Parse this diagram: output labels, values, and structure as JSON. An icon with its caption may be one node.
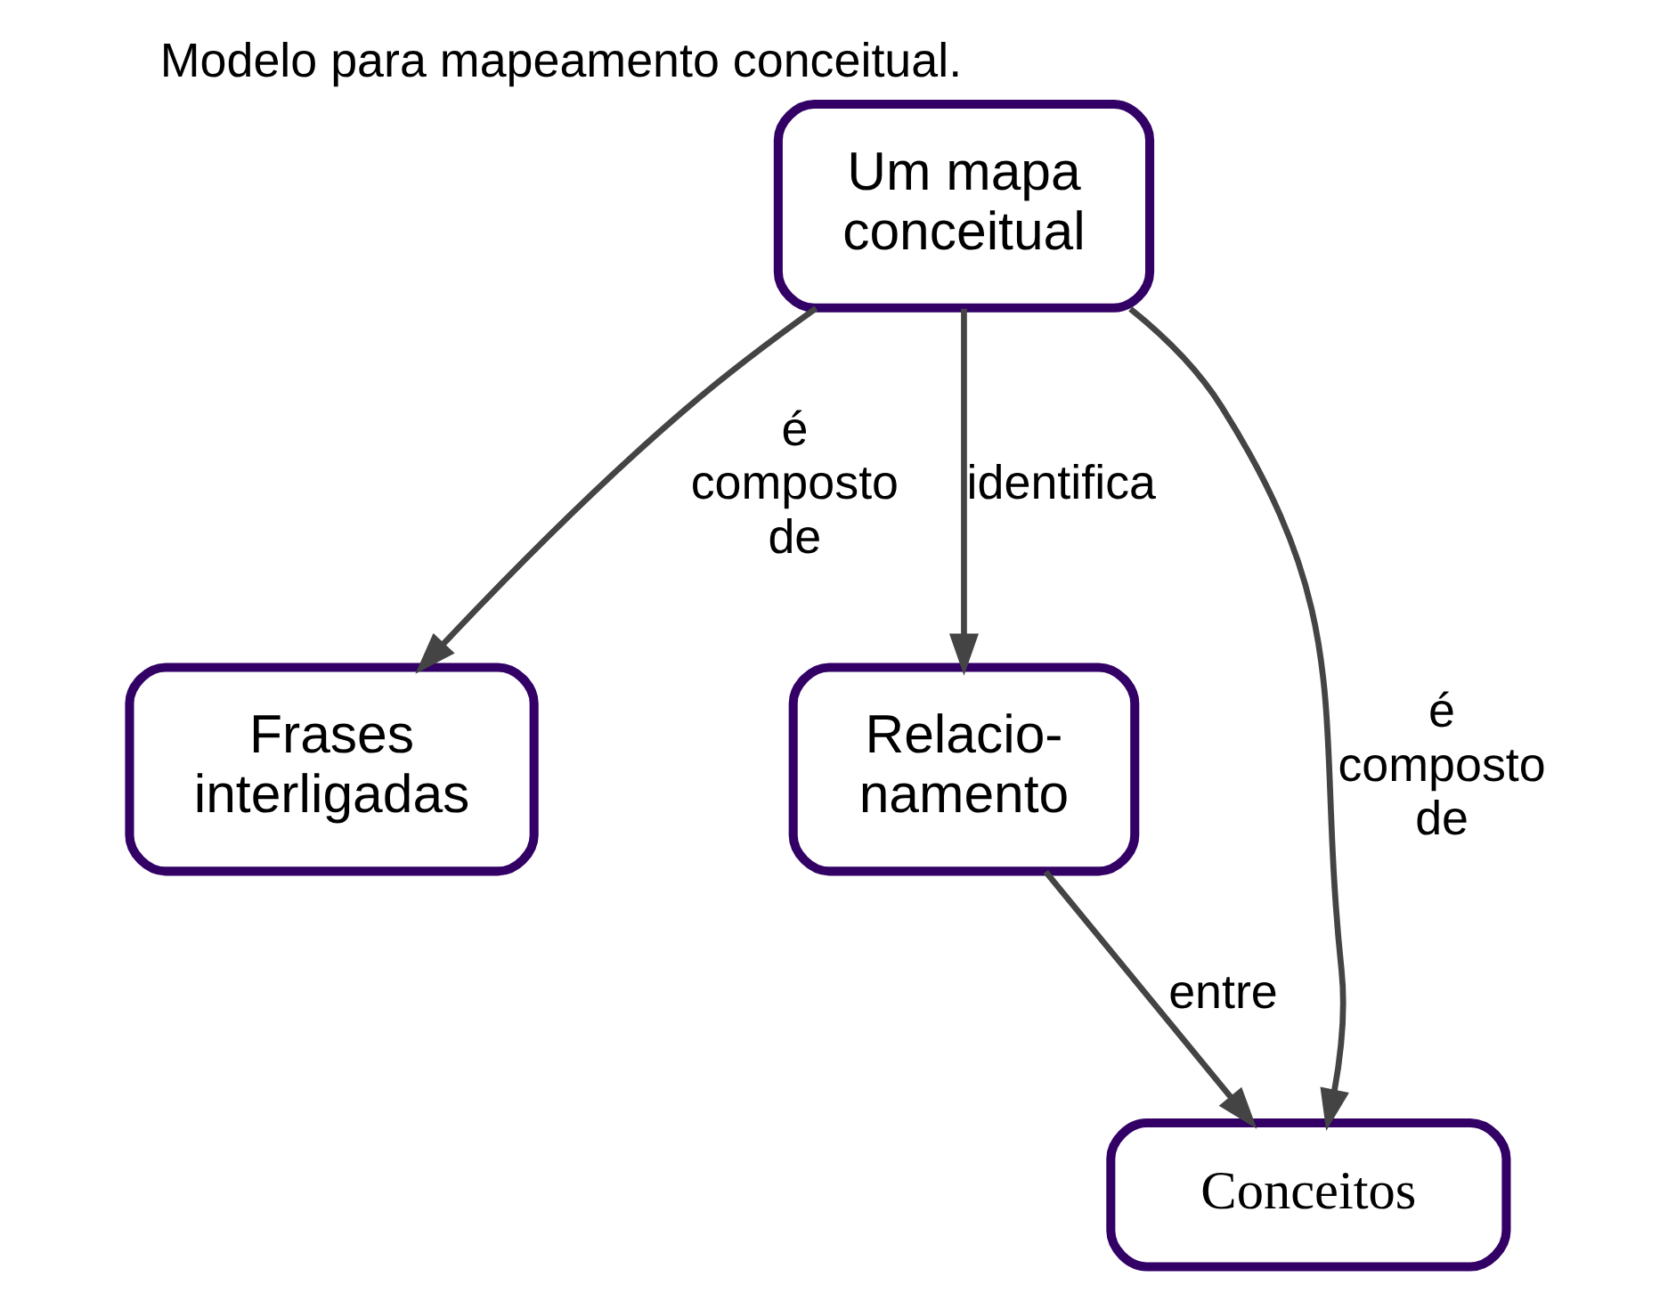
{
  "diagram": {
    "title": "Modelo para mapeamento conceitual.",
    "nodes": [
      {
        "text": [
          "Um mapa conceitual"
        ]
      },
      {
        "text": [
          "Frases interligadas"
        ]
      },
      {
        "text": [
          "Relacio- namento"
        ]
      },
      {
        "text": [
          "Conceitos"
        ]
      }
    ],
    "edges": [
      {
        "from": 0,
        "to": 1,
        "label": "é composto de",
        "arrow": "to"
      },
      {
        "from": 0,
        "to": 3,
        "label": "é composto de",
        "arrow": "to"
      },
      {
        "from": 0,
        "to": 2,
        "label": "identifica",
        "arrow": "to"
      },
      {
        "from": 2,
        "to": 3,
        "label": "entre",
        "arrow": "to"
      }
    ]
  }
}
